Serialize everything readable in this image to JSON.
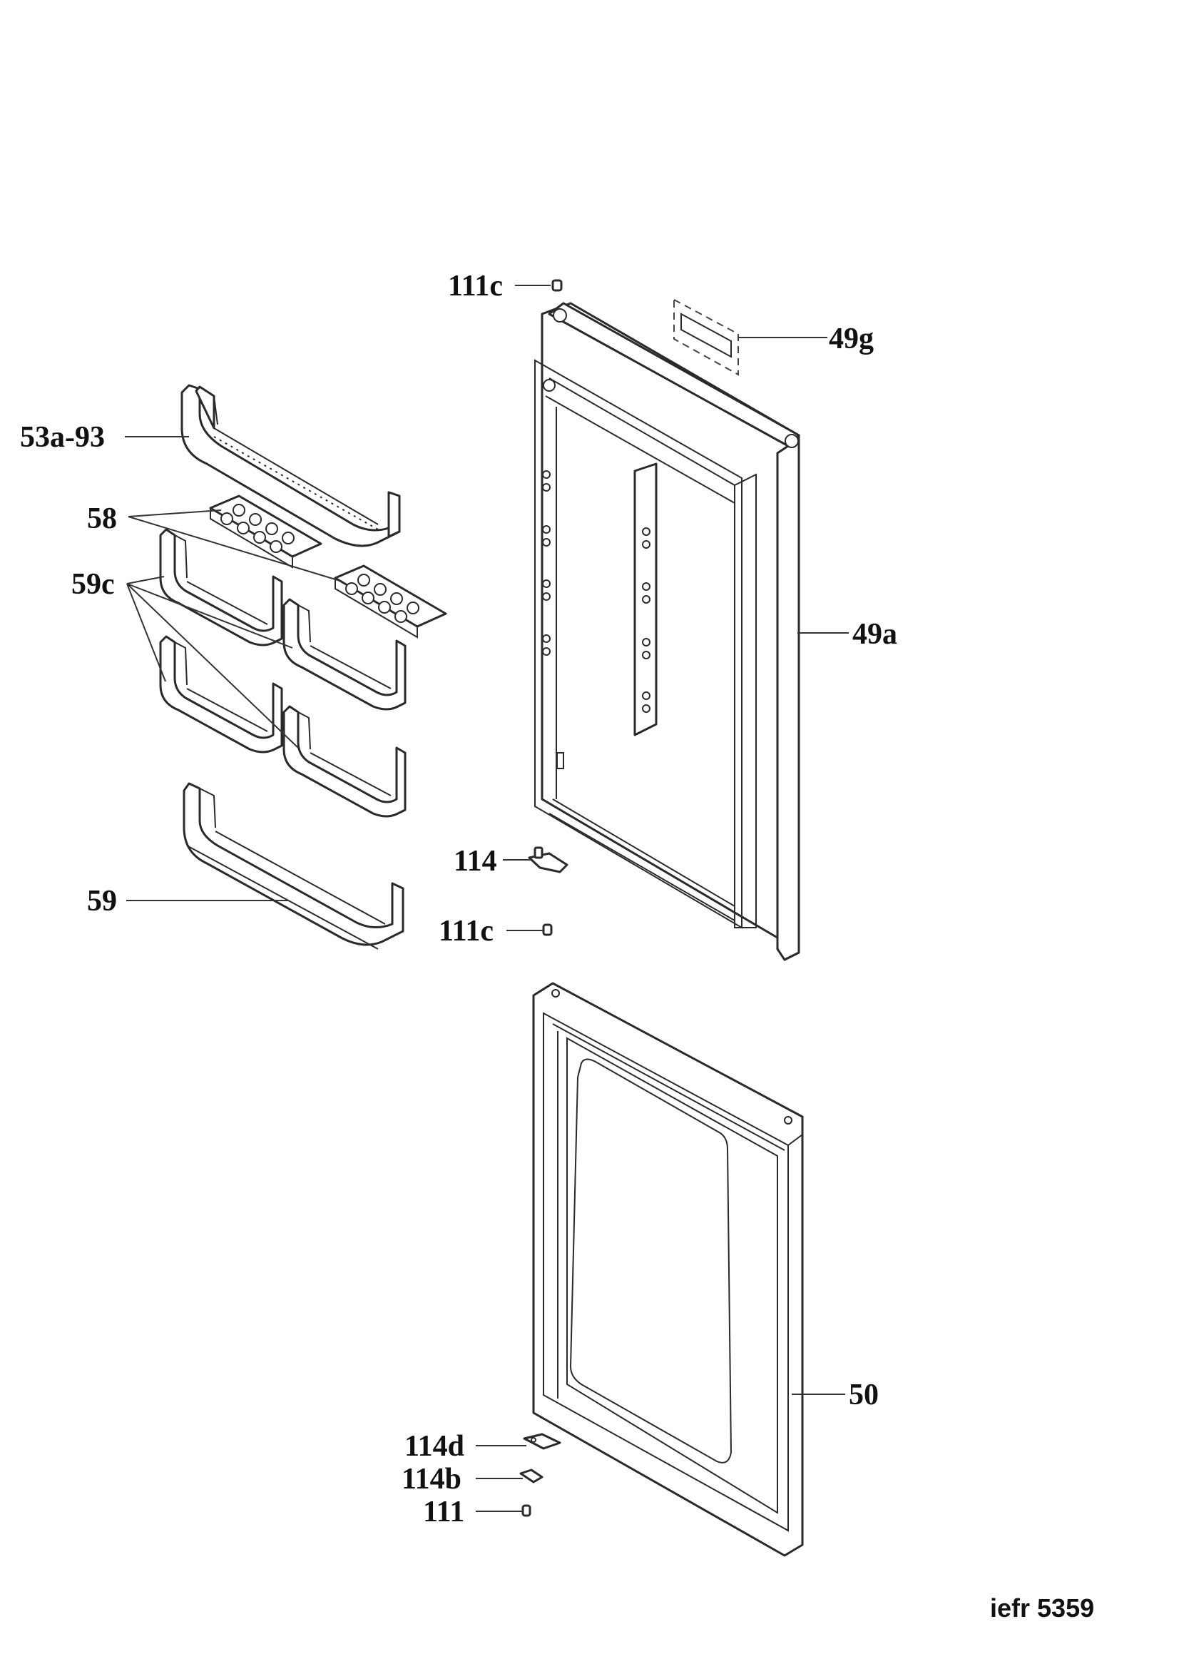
{
  "diagram": {
    "callouts": [
      {
        "id": "lbl-111c-top",
        "text": "111c"
      },
      {
        "id": "lbl-49g",
        "text": "49g"
      },
      {
        "id": "lbl-53a-93",
        "text": "53a-93"
      },
      {
        "id": "lbl-58",
        "text": "58"
      },
      {
        "id": "lbl-59c",
        "text": "59c"
      },
      {
        "id": "lbl-49a",
        "text": "49a"
      },
      {
        "id": "lbl-114",
        "text": "114"
      },
      {
        "id": "lbl-59",
        "text": "59"
      },
      {
        "id": "lbl-111c-bottom",
        "text": "111c"
      },
      {
        "id": "lbl-50",
        "text": "50"
      },
      {
        "id": "lbl-114d",
        "text": "114d"
      },
      {
        "id": "lbl-114b",
        "text": "114b"
      },
      {
        "id": "lbl-111",
        "text": "111"
      }
    ],
    "model_code": "iefr 5359"
  }
}
